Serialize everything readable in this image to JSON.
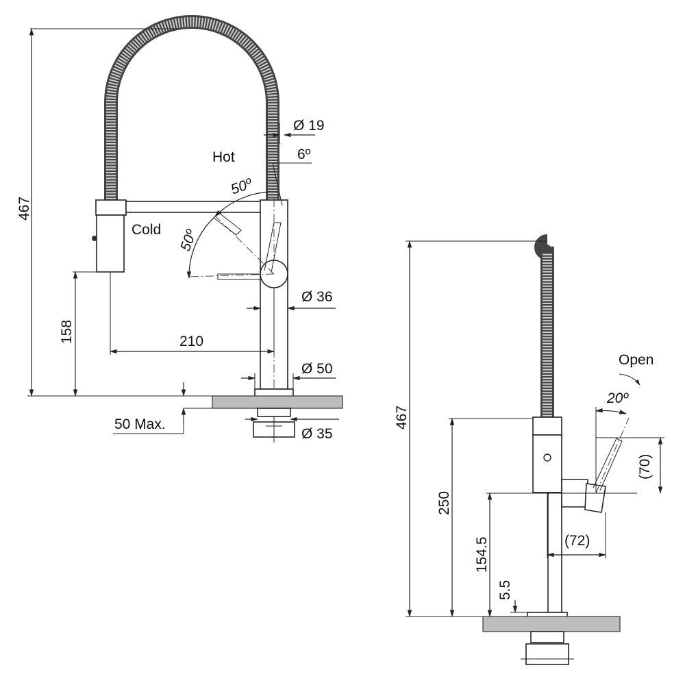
{
  "front_view": {
    "height": "467",
    "hose_diameter": "Ø 19",
    "tilt_angle": "6º",
    "hot_label": "Hot",
    "hot_angle": "50º",
    "cold_label": "Cold",
    "cold_angle": "50º",
    "spray_height": "158",
    "reach": "210",
    "body_diameter": "Ø 36",
    "base_diameter": "Ø 50",
    "hole_diameter": "Ø 35",
    "max_thickness": "50 Max."
  },
  "side_view": {
    "height": "467",
    "open_label": "Open",
    "open_angle": "20º",
    "handle_height": "250",
    "handle_size": "(70)",
    "lever_height": "154.5",
    "handle_reach": "(72)",
    "base_height": "5.5"
  }
}
